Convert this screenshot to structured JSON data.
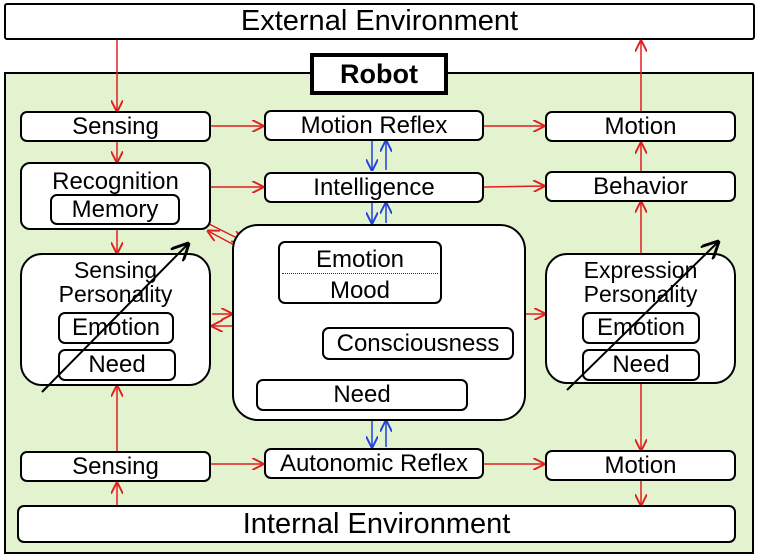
{
  "colors": {
    "panel": "#e3f2cf",
    "flow": "#e02020",
    "feedback": "#2040e0",
    "outline": "#000000"
  },
  "external_environment": "External Environment",
  "internal_environment": "Internal Environment",
  "robot": "Robot",
  "blocks": {
    "sensing_top": "Sensing",
    "motion_reflex": "Motion Reflex",
    "motion_top": "Motion",
    "recognition": "Recognition",
    "memory": "Memory",
    "intelligence": "Intelligence",
    "behavior": "Behavior",
    "sensing_personality_line1": "Sensing",
    "sensing_personality_line2": "Personality",
    "sensing_emotion": "Emotion",
    "sensing_need": "Need",
    "core_emotion": "Emotion",
    "core_mood": "Mood",
    "core_consciousness": "Consciousness",
    "core_need": "Need",
    "expression_personality_line1": "Expression",
    "expression_personality_line2": "Personality",
    "expression_emotion": "Emotion",
    "expression_need": "Need",
    "sensing_bottom": "Sensing",
    "autonomic_reflex": "Autonomic Reflex",
    "motion_bottom": "Motion"
  }
}
